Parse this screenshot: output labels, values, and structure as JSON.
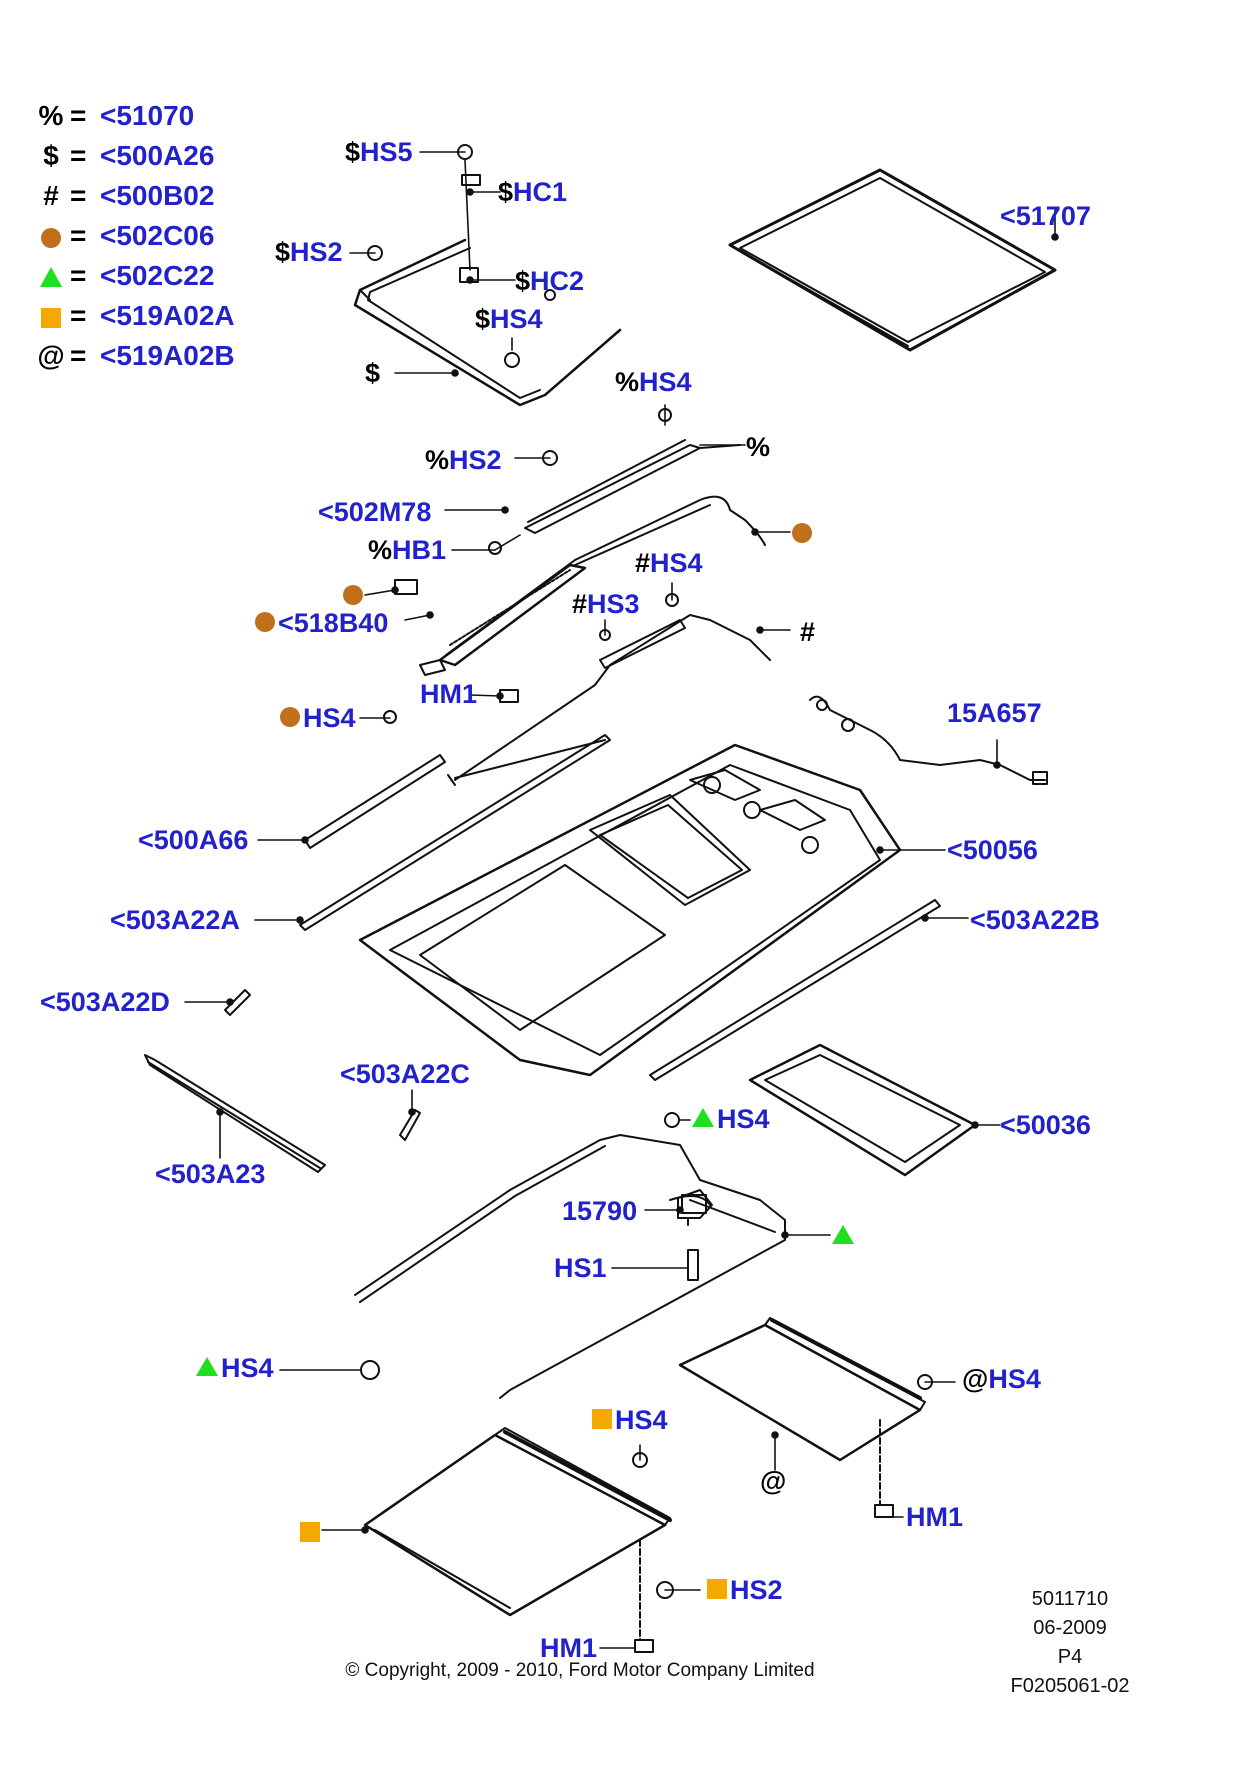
{
  "colors": {
    "label_blue": "#2222cc",
    "circle_brown": "#c0701a",
    "triangle_green": "#1ee01e",
    "square_orange": "#f5a800"
  },
  "legend": [
    {
      "symbol": "%",
      "shape": "text",
      "eq": "=",
      "code": "<51070"
    },
    {
      "symbol": "$",
      "shape": "text",
      "eq": "=",
      "code": "<500A26"
    },
    {
      "symbol": "#",
      "shape": "text",
      "eq": "=",
      "code": "<500B02"
    },
    {
      "symbol": "",
      "shape": "circle",
      "eq": "=",
      "code": "<502C06"
    },
    {
      "symbol": "",
      "shape": "triangle",
      "eq": "=",
      "code": "<502C22"
    },
    {
      "symbol": "",
      "shape": "square",
      "eq": "=",
      "code": "<519A02A"
    },
    {
      "symbol": "@",
      "shape": "text",
      "eq": "=",
      "code": "<519A02B"
    }
  ],
  "callouts": {
    "hs5_top": {
      "sym": "$",
      "code": "HS5"
    },
    "hc1": {
      "sym": "$",
      "code": "HC1"
    },
    "hs2_top": {
      "sym": "$",
      "code": "HS2"
    },
    "hc2": {
      "sym": "$",
      "code": "HC2"
    },
    "hs4_dollar": {
      "sym": "$",
      "code": "HS4"
    },
    "dollar_frame": {
      "sym": "$",
      "code": ""
    },
    "p51707": {
      "sym": "",
      "code": "<51707"
    },
    "hs4_percent": {
      "sym": "%",
      "code": "HS4"
    },
    "percent_rail": {
      "sym": "%",
      "code": ""
    },
    "hs2_percent": {
      "sym": "%",
      "code": "HS2"
    },
    "p502m78": {
      "sym": "",
      "code": "<502M78"
    },
    "hb1_percent": {
      "sym": "%",
      "code": "HB1"
    },
    "circle_cable": {
      "sym": "",
      "code": ""
    },
    "hs4_hash": {
      "sym": "#",
      "code": "HS4"
    },
    "hs3_hash": {
      "sym": "#",
      "code": "HS3"
    },
    "circle_bracket": {
      "sym": "",
      "code": ""
    },
    "p518b40": {
      "sym": "",
      "code": "<518B40"
    },
    "hash_cable": {
      "sym": "#",
      "code": ""
    },
    "hm1_upper": {
      "sym": "",
      "code": "HM1"
    },
    "hs4_circle": {
      "sym": "",
      "code": "HS4"
    },
    "p15a657": {
      "sym": "",
      "code": "15A657"
    },
    "p500a66": {
      "sym": "",
      "code": "<500A66"
    },
    "p50056": {
      "sym": "",
      "code": "<50056"
    },
    "p503a22a": {
      "sym": "",
      "code": "<503A22A"
    },
    "p503a22b": {
      "sym": "",
      "code": "<503A22B"
    },
    "p503a22d": {
      "sym": "",
      "code": "<503A22D"
    },
    "p503a22c": {
      "sym": "",
      "code": "<503A22C"
    },
    "hs4_tri_top": {
      "sym": "",
      "code": "HS4"
    },
    "p50036": {
      "sym": "",
      "code": "<50036"
    },
    "p503a23": {
      "sym": "",
      "code": "<503A23"
    },
    "p15790": {
      "sym": "",
      "code": "15790"
    },
    "tri_frame": {
      "sym": "",
      "code": ""
    },
    "hs1": {
      "sym": "",
      "code": "HS1"
    },
    "hs4_tri_left": {
      "sym": "",
      "code": "HS4"
    },
    "hs4_at": {
      "sym": "@",
      "code": "HS4"
    },
    "hs4_square": {
      "sym": "",
      "code": "HS4"
    },
    "at_shade": {
      "sym": "@",
      "code": ""
    },
    "hm1_right": {
      "sym": "",
      "code": "HM1"
    },
    "square_shade": {
      "sym": "",
      "code": ""
    },
    "hs2_square": {
      "sym": "",
      "code": "HS2"
    },
    "hm1_bottom": {
      "sym": "",
      "code": "HM1"
    }
  },
  "reference": {
    "number": "5011710",
    "date": "06-2009",
    "page": "P4",
    "figure": "F0205061-02"
  },
  "copyright": "© Copyright, 2009 - 2010, Ford Motor Company Limited"
}
